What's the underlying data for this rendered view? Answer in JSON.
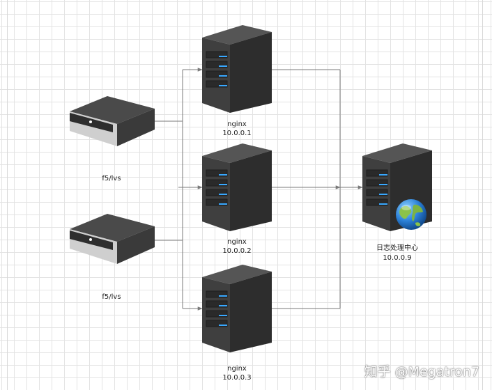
{
  "load_balancers": [
    {
      "label": "f5/lvs"
    },
    {
      "label": "f5/lvs"
    }
  ],
  "nginx_servers": [
    {
      "name": "nginx",
      "ip": "10.0.0.1"
    },
    {
      "name": "nginx",
      "ip": "10.0.0.2"
    },
    {
      "name": "nginx",
      "ip": "10.0.0.3"
    }
  ],
  "log_center": {
    "name": "日志处理中心",
    "ip": "10.0.0.9"
  },
  "watermark": "知乎 @Megatron7",
  "colors": {
    "connector": "#7a7a7a",
    "server_led": "#38a8ff",
    "server_body": "#3a3a3a"
  }
}
